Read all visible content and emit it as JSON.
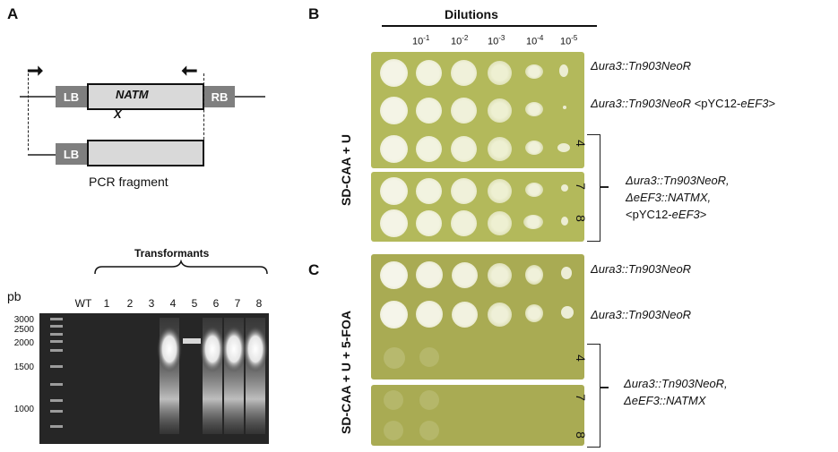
{
  "panelA": {
    "letter": "A",
    "construct": {
      "lb": "LB",
      "natm": "NATM",
      "rb": "RB",
      "x_mark": "X"
    },
    "fragment_label": "PCR fragment",
    "gel": {
      "title": "Transformants",
      "unit_label": "pb",
      "lanes": [
        "WT",
        "1",
        "2",
        "3",
        "4",
        "5",
        "6",
        "7",
        "8"
      ],
      "markers": [
        "3000",
        "2500",
        "2000",
        "1500",
        "1000"
      ]
    }
  },
  "panelB": {
    "letter": "B",
    "dilutions_title": "Dilutions",
    "dilution_bases": [
      "10",
      "10",
      "10",
      "10",
      "10"
    ],
    "dilution_exps": [
      "-1",
      "-2",
      "-3",
      "-4",
      "-5"
    ],
    "medium": "SD-CAA + U",
    "row1_strain": "Δura3::Tn903NeoR",
    "row2_strain_a": "Δura3::Tn903NeoR",
    "row2_strain_b": "<pYC12-",
    "row2_strain_c": "eEF3",
    "row2_strain_d": ">",
    "clones": [
      "4",
      "7",
      "8"
    ],
    "group_line1": "Δura3::Tn903NeoR,",
    "group_line2": "ΔeEF3::NATMX,",
    "group_line3_a": "<pYC12-",
    "group_line3_b": "eEF3",
    "group_line3_c": ">"
  },
  "panelC": {
    "letter": "C",
    "medium": "SD-CAA + U + 5-FOA",
    "row1_strain": "Δura3::Tn903NeoR",
    "row2_strain": "Δura3::Tn903NeoR",
    "clones": [
      "4",
      "7",
      "8"
    ],
    "group_line1": "Δura3::Tn903NeoR,",
    "group_line2": "ΔeEF3::NATMX"
  }
}
